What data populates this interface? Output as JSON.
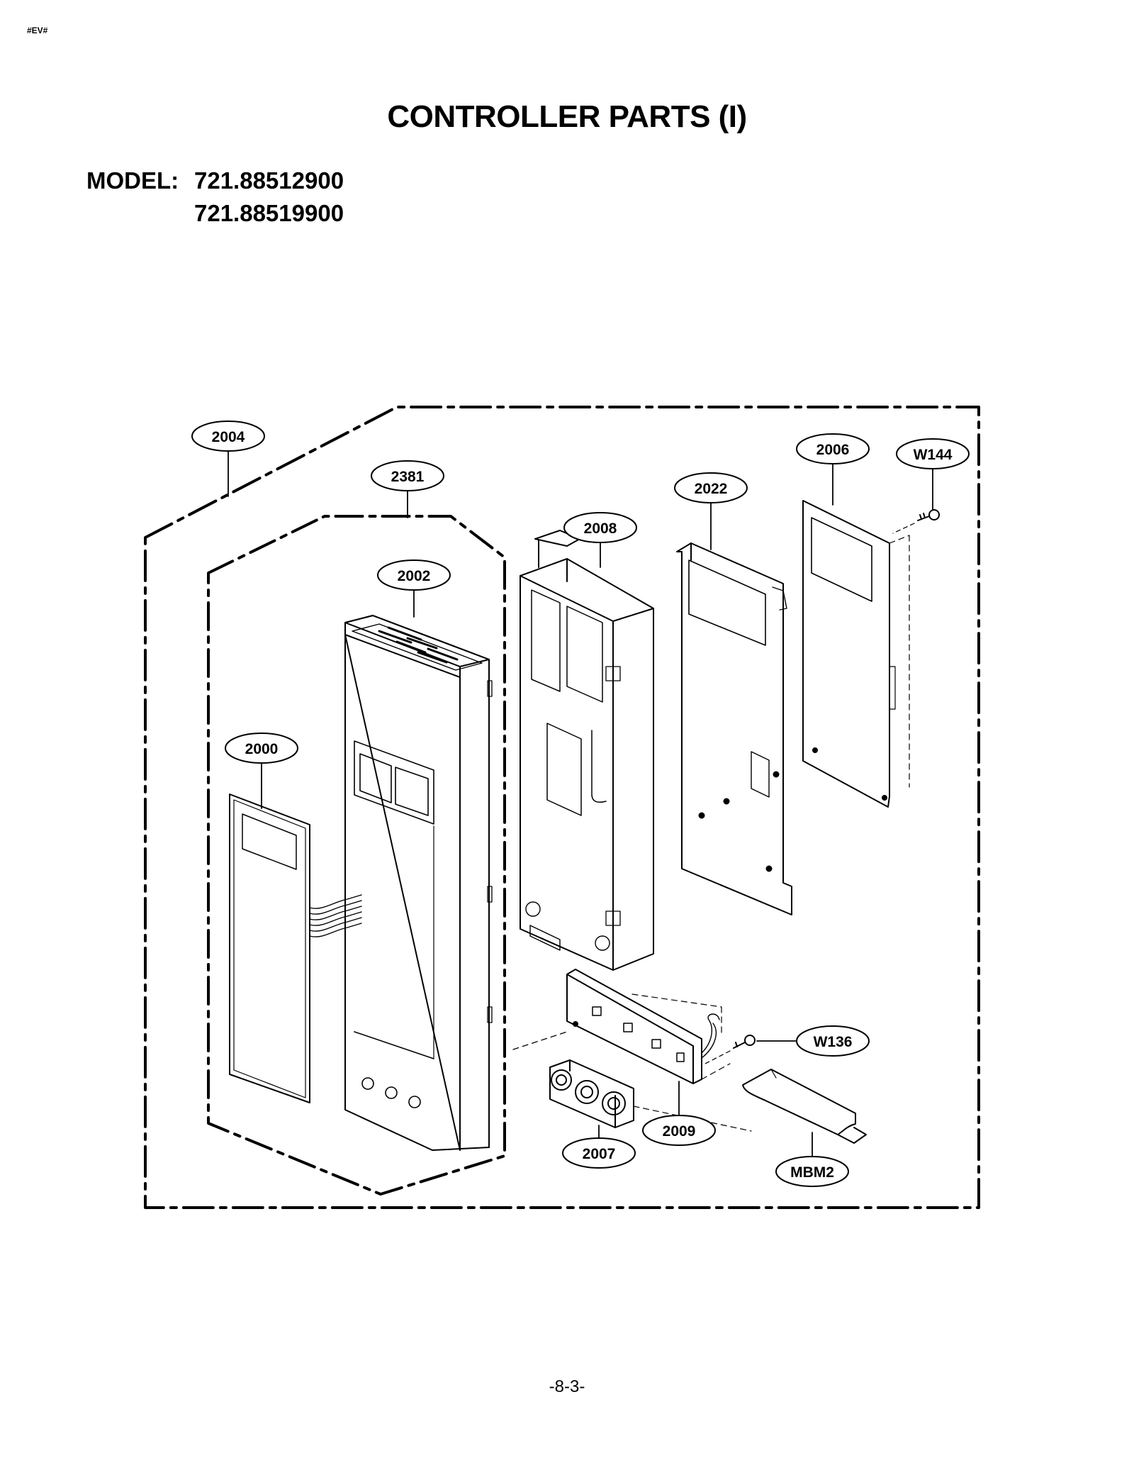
{
  "header": {
    "corner_tag": "#EV#",
    "title": "CONTROLLER PARTS (I)"
  },
  "model": {
    "label": "MODEL:",
    "numbers": [
      "721.88512900",
      "721.88519900"
    ]
  },
  "callouts": [
    {
      "id": "2004",
      "label": "2004"
    },
    {
      "id": "2381",
      "label": "2381"
    },
    {
      "id": "2002",
      "label": "2002"
    },
    {
      "id": "2000",
      "label": "2000"
    },
    {
      "id": "2008",
      "label": "2008"
    },
    {
      "id": "2022",
      "label": "2022"
    },
    {
      "id": "2006",
      "label": "2006"
    },
    {
      "id": "W144",
      "label": "W144"
    },
    {
      "id": "W136",
      "label": "W136"
    },
    {
      "id": "2009",
      "label": "2009"
    },
    {
      "id": "2007",
      "label": "2007"
    },
    {
      "id": "MBM2",
      "label": "MBM2"
    }
  ],
  "footer": {
    "page_number": "-8-3-"
  }
}
